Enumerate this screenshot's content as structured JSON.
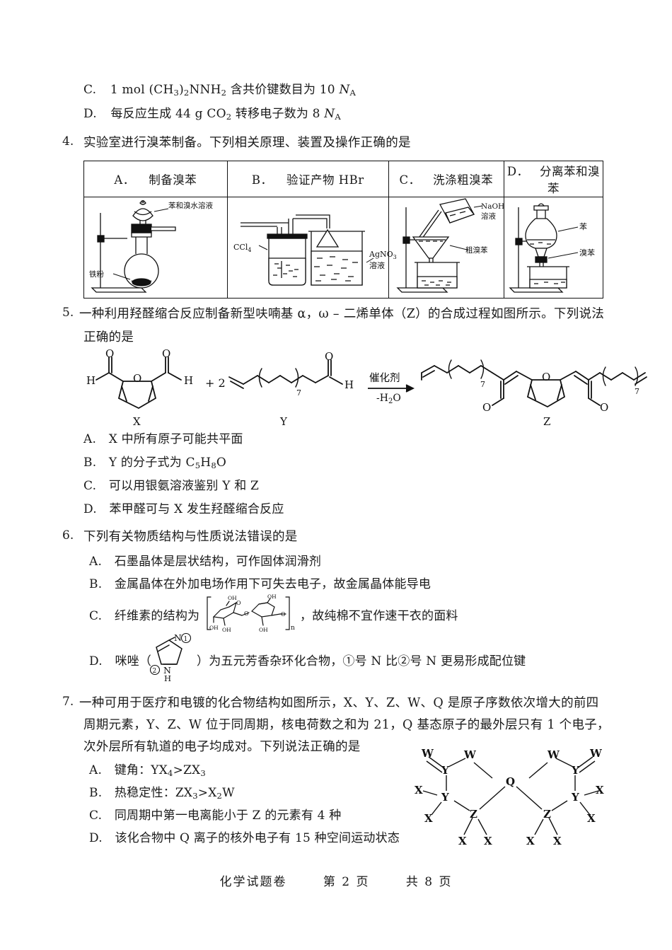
{
  "page": {
    "footer": {
      "doc_title": "化学试题卷",
      "page_label": "第 2 页",
      "total_label": "共 8 页"
    }
  },
  "question_3_tail": {
    "options": [
      {
        "key": "C.",
        "text_pre": "1 mol (CH",
        "text": "C. 1 mol (CH₃)₂NNH₂ 含共价键数目为 10 N_A"
      },
      {
        "key": "D.",
        "text": "D. 每反应生成 44 g CO₂ 转移电子数为 8 N_A"
      }
    ],
    "optC": {
      "key": "C.",
      "seg1": "1 mol (CH",
      "sub1": "3",
      "seg2": ")",
      "sub2": "2",
      "seg3": "NNH",
      "sub3": "2",
      "seg4": " 含共价键数目为 10 ",
      "italic": "N",
      "subA": "A"
    },
    "optD": {
      "key": "D.",
      "seg1": "每反应生成 44 g CO",
      "sub1": "2",
      "seg2": " 转移电子数为 8 ",
      "italic": "N",
      "subA": "A"
    }
  },
  "question_4": {
    "number": "4.",
    "stem": "实验室进行溴苯制备。下列相关原理、装置及操作正确的是",
    "table": {
      "headers": [
        {
          "key": "A．",
          "label": "制备溴苯"
        },
        {
          "key": "B．",
          "label": "验证产物 HBr"
        },
        {
          "key": "C．",
          "label": "洗涤粗溴苯"
        },
        {
          "key": "D．",
          "label": "分离苯和溴苯"
        }
      ],
      "cells": [
        {
          "name": "apparatus-prepare-bromobenzene",
          "labels": [
            "苯和溴水溶液",
            "铁粉"
          ]
        },
        {
          "name": "apparatus-verify-hbr",
          "labels": [
            "CCl",
            "4",
            "AgNO",
            "3",
            "溶液"
          ]
        },
        {
          "name": "apparatus-wash-crude-bromobenzene",
          "labels": [
            "NaOH",
            "溶液",
            "粗溴苯"
          ]
        },
        {
          "name": "apparatus-separate-benzene-bromobenzene",
          "labels": [
            "苯",
            "溴苯"
          ]
        }
      ]
    }
  },
  "question_5": {
    "number": "5.",
    "stem_line1": "一种利用羟醛缩合反应制备新型呋喃基 α，ω – 二烯单体（Z）的合成过程如图所示。下列说法",
    "stem_line2": "正确的是",
    "scheme": {
      "reactant_x_label": "X",
      "plus_two": "+ 2",
      "reactant_y_label": "Y",
      "chain_index": "7",
      "condition_top": "催化剂",
      "condition_bottom": "-H",
      "condition_bottom_sub": "2",
      "condition_bottom_tail": "O",
      "product_z_label": "Z",
      "atom_O": "O",
      "atom_H": "H"
    },
    "options": [
      {
        "key": "A.",
        "text": "X 中所有原子可能共平面"
      },
      {
        "key": "B.",
        "pre": "Y 的分子式为 C",
        "sub1": "5",
        "mid": "H",
        "sub2": "8",
        "post": "O"
      },
      {
        "key": "C.",
        "text": "可以用银氨溶液鉴别 Y 和 Z"
      },
      {
        "key": "D.",
        "text": "苯甲醛可与 X 发生羟醛缩合反应"
      }
    ]
  },
  "question_6": {
    "number": "6.",
    "stem": "下列有关物质结构与性质说法错误的是",
    "options": [
      {
        "key": "A.",
        "text": "石墨晶体是层状结构，可作固体润滑剂"
      },
      {
        "key": "B.",
        "text": "金属晶体在外加电场作用下可失去电子，故金属晶体能导电"
      },
      {
        "key": "C.",
        "pre": "纤维素的结构为",
        "post": "，故纯棉不宜作速干衣的面料",
        "structure_labels": [
          "OH",
          "OH",
          "OH",
          "OH",
          "O",
          "O",
          "O",
          "n"
        ]
      },
      {
        "key": "D.",
        "pre": "咪唑（",
        "post": "）为五元芳香杂环化合物，①号 N 比②号 N 更易形成配位键",
        "structure_labels": [
          "N",
          "①",
          "②",
          "N",
          "H"
        ]
      }
    ]
  },
  "question_7": {
    "number": "7.",
    "stem_line1": "一种可用于医疗和电镀的化合物结构如图所示，X、Y、Z、W、Q 是原子序数依次增大的前四",
    "stem_line2": "周期元素，Y、Z、W 位于同周期，核电荷数之和为 21，Q 基态原子的最外层只有 1 个电子，",
    "stem_line3": "次外层所有轨道的电子均成对。下列说法正确的是",
    "options": [
      {
        "key": "A.",
        "pre": "键角：YX",
        "sub1": "4",
        "mid": ">ZX",
        "sub2": "3",
        "post": ""
      },
      {
        "key": "B.",
        "pre": "热稳定性：ZX",
        "sub1": "3",
        "mid": ">X",
        "sub2": "2",
        "post": "W"
      },
      {
        "key": "C.",
        "text": "同周期中第一电离能小于 Z 的元素有 4 种"
      },
      {
        "key": "D.",
        "text": "该化合物中 Q 离子的核外电子有 15 种空间运动状态"
      }
    ],
    "structure": {
      "name": "coordination-compound-structure",
      "atoms": [
        "W",
        "W",
        "W",
        "W",
        "Y",
        "Y",
        "Q",
        "Y",
        "Y",
        "Z",
        "Z",
        "X",
        "X",
        "X",
        "X",
        "X",
        "X",
        "X",
        "X"
      ]
    }
  },
  "colors": {
    "ink": "#1a1a1a",
    "paper": "#ffffff",
    "rule": "#111111"
  }
}
